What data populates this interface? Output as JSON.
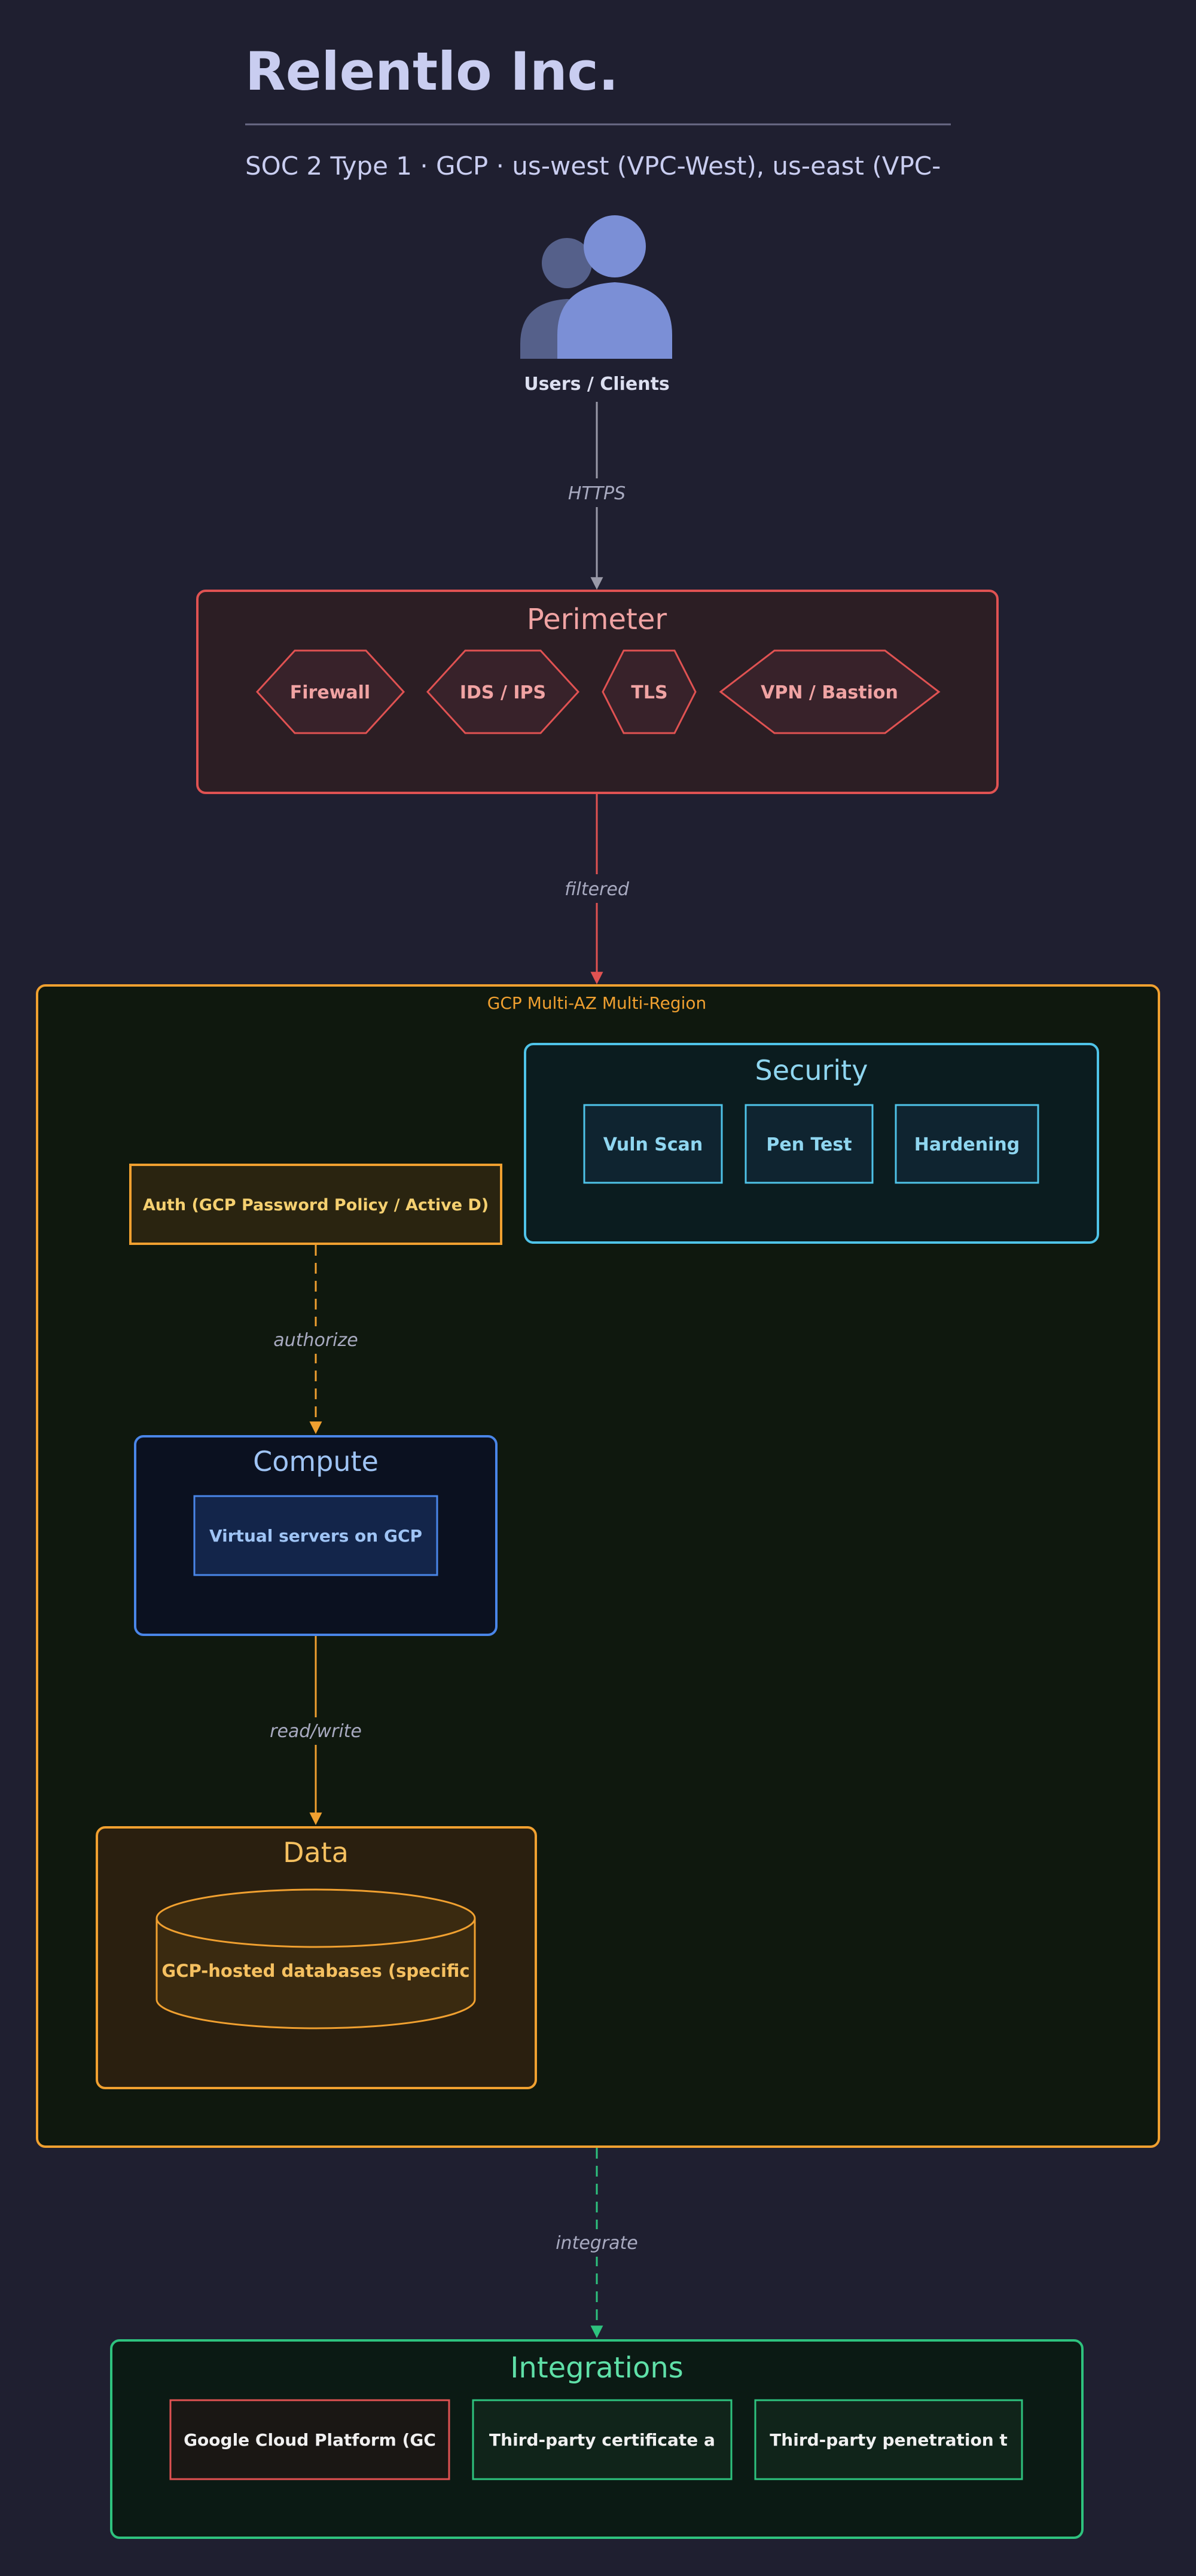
{
  "header": {
    "title": "Relentlo Inc.",
    "subtitle": "SOC 2 Type 1 · GCP · us-west (VPC-West), us-east (VPC-"
  },
  "users": {
    "label": "Users / Clients"
  },
  "edges": {
    "https": "HTTPS",
    "filtered": "filtered",
    "authorize": "authorize",
    "read_write": "read/write",
    "integrate": "integrate"
  },
  "perimeter": {
    "title": "Perimeter",
    "items": [
      "Firewall",
      "IDS / IPS",
      "TLS",
      "VPN / Bastion"
    ]
  },
  "region": {
    "title": "GCP Multi-AZ Multi-Region"
  },
  "security": {
    "title": "Security",
    "items": [
      "Vuln Scan",
      "Pen Test",
      "Hardening"
    ]
  },
  "auth": {
    "label": "Auth (GCP Password Policy / Active D)"
  },
  "compute": {
    "title": "Compute",
    "item": "Virtual servers on GCP"
  },
  "data_tier": {
    "title": "Data",
    "item": "GCP-hosted databases (specific"
  },
  "integrations": {
    "title": "Integrations",
    "items": [
      "Google Cloud Platform (GC",
      "Third-party certificate a",
      "Third-party penetration t"
    ]
  },
  "colors": {
    "background": "#1f1f30",
    "perimeter": "#e05252",
    "region": "#f0a030",
    "security": "#4fc3e8",
    "compute": "#4a86e8",
    "data": "#f0a030",
    "integrations": "#2ec27e",
    "users": "#7b8fd6"
  }
}
